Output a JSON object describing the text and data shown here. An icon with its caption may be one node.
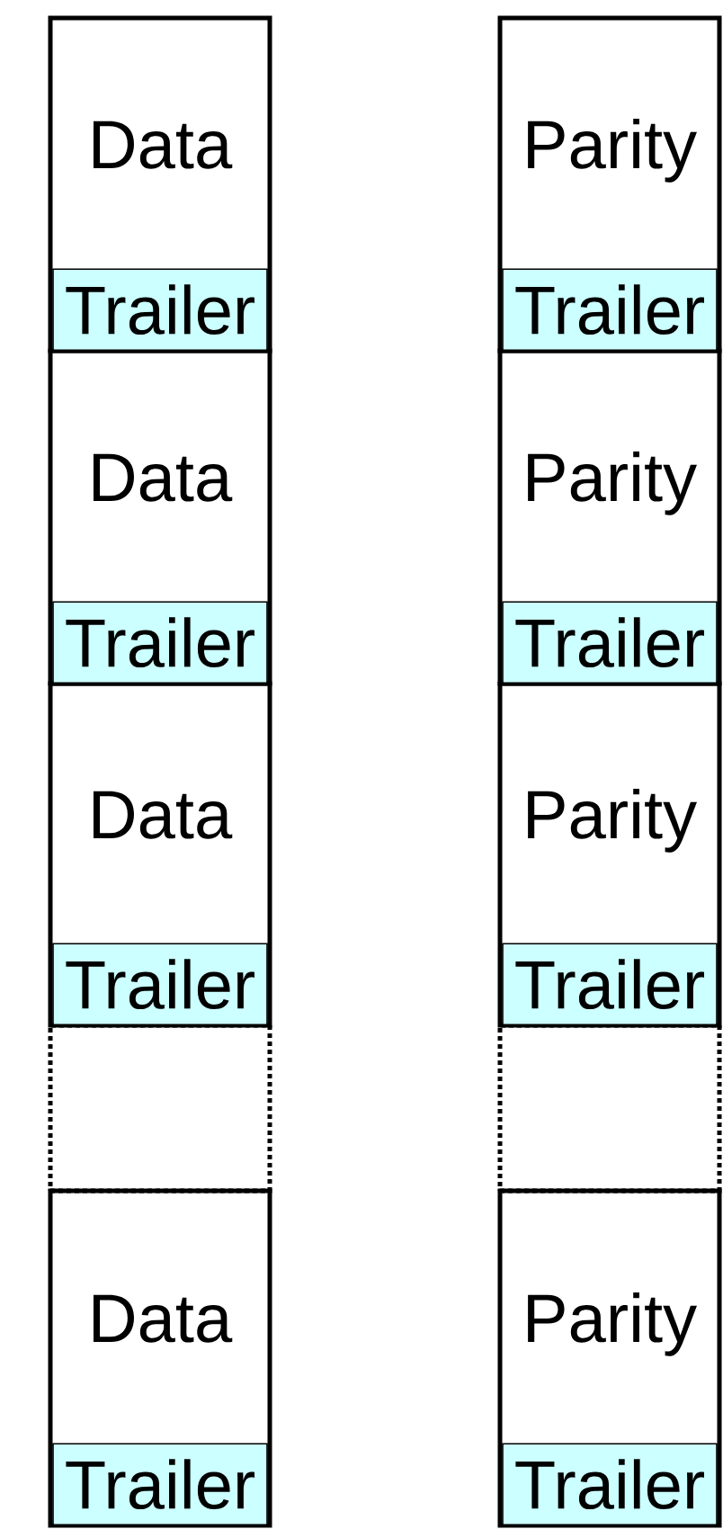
{
  "diagram": {
    "nodes": [
      {
        "text": [
          "Data"
        ]
      },
      {
        "text": [
          "Trailer"
        ],
        "in": 0
      },
      {
        "text": [
          "Data"
        ]
      },
      {
        "text": [
          "Trailer"
        ],
        "in": 2
      },
      {
        "text": [
          "Data"
        ]
      },
      {
        "text": [
          "Trailer"
        ],
        "in": 4
      },
      {
        "text": [],
        "shape": "box"
      },
      {
        "text": [
          "Data"
        ]
      },
      {
        "text": [
          "Trailer"
        ],
        "in": 7
      },
      {
        "text": [
          "Parity"
        ]
      },
      {
        "text": [
          "Trailer"
        ],
        "in": 9
      },
      {
        "text": [
          "Parity"
        ]
      },
      {
        "text": [
          "Trailer"
        ],
        "in": 11
      },
      {
        "text": [
          "Parity"
        ]
      },
      {
        "text": [
          "Trailer"
        ],
        "in": 13
      },
      {
        "text": [],
        "shape": "box"
      },
      {
        "text": [
          "Parity"
        ]
      },
      {
        "text": [
          "Trailer"
        ],
        "in": 16
      }
    ]
  }
}
